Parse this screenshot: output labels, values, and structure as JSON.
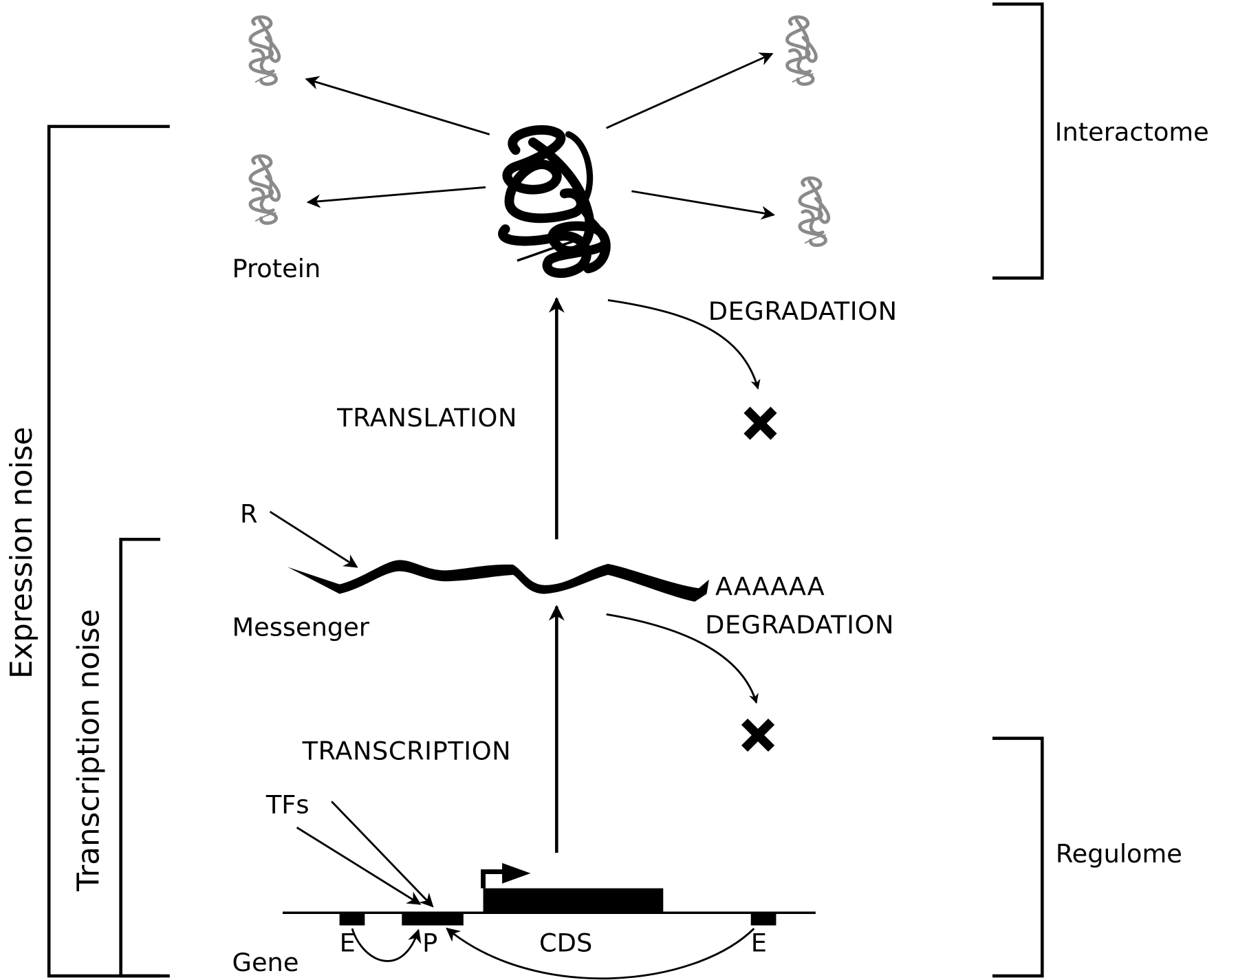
{
  "colors": {
    "ink": "#000000",
    "partner_protein": "#8a8a8a",
    "background": "#ffffff"
  },
  "brackets": {
    "expression_noise": "Expression noise",
    "transcription_noise": "Transcription noise",
    "interactome": "Interactome",
    "regulome": "Regulome"
  },
  "molecules": {
    "protein": "Protein",
    "messenger": "Messenger",
    "gene": "Gene",
    "poly_a_tail": "AAAAAA",
    "ribosome_label": "R",
    "tfs_label": "TFs"
  },
  "processes": {
    "translation": "TRANSLATION",
    "transcription": "TRANSCRIPTION",
    "protein_degradation": "DEGRADATION",
    "mrna_degradation": "DEGRADATION"
  },
  "gene_elements": {
    "enhancer_left": "E",
    "promoter": "P",
    "cds": "CDS",
    "enhancer_right": "E"
  },
  "icons": {
    "degraded_marker": "x-mark-icon",
    "partner_protein": "protein-icon",
    "tss": "transcription-start-arrow-icon"
  }
}
